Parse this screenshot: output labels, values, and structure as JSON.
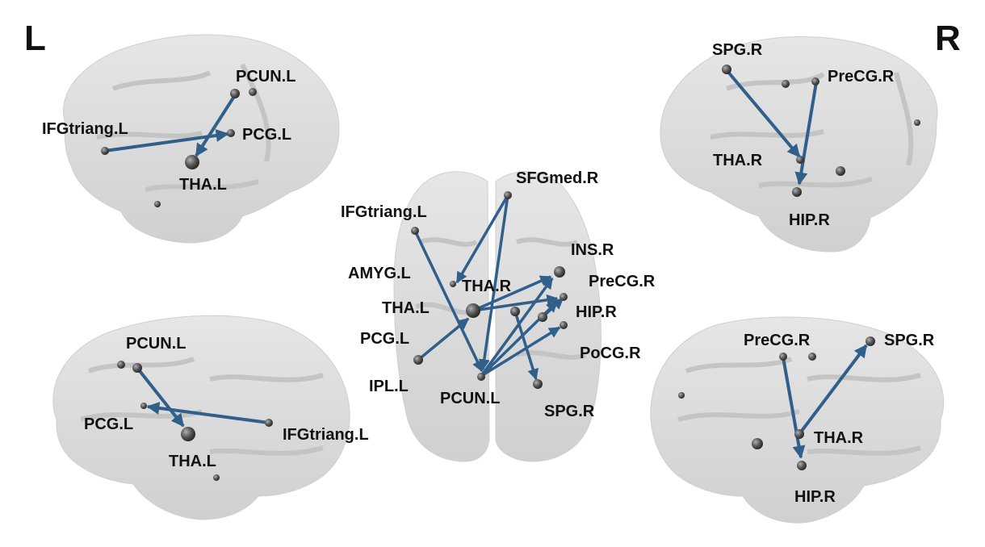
{
  "hemisphere_labels": {
    "left": "L",
    "right": "R"
  },
  "colors": {
    "edge": "#2f5f8a",
    "node": "#555555",
    "brain": "#d9d9d9"
  },
  "views": {
    "left_lateral": {
      "labels": {
        "pcun": "PCUN.L",
        "ifg": "IFGtriang.L",
        "pcg": "PCG.L",
        "tha": "THA.L"
      }
    },
    "right_lateral": {
      "labels": {
        "spg": "SPG.R",
        "precg": "PreCG.R",
        "tha": "THA.R",
        "hip": "HIP.R"
      }
    },
    "axial": {
      "labels": {
        "sfgmed": "SFGmed.R",
        "ifg": "IFGtriang.L",
        "ins": "INS.R",
        "amyg": "AMYG.L",
        "tha_r": "THA.R",
        "precg": "PreCG.R",
        "tha_l": "THA.L",
        "hip": "HIP.R",
        "pcg": "PCG.L",
        "pocg": "PoCG.R",
        "ipl": "IPL.L",
        "pcun": "PCUN.L",
        "spg": "SPG.R"
      }
    },
    "left_medial": {
      "labels": {
        "pcun": "PCUN.L",
        "pcg": "PCG.L",
        "ifg": "IFGtriang.L",
        "tha": "THA.L"
      }
    },
    "right_medial": {
      "labels": {
        "precg": "PreCG.R",
        "spg": "SPG.R",
        "tha": "THA.R",
        "hip": "HIP.R"
      }
    }
  }
}
